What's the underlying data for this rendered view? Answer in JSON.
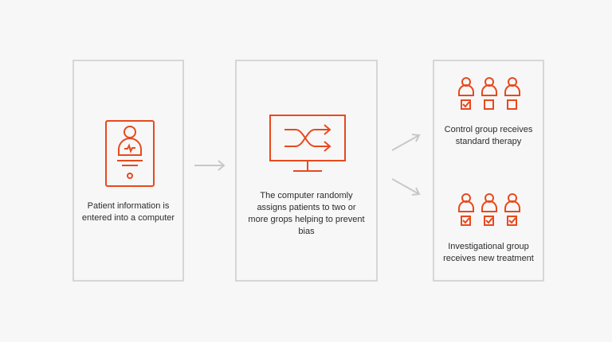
{
  "colors": {
    "accent": "#e8491d",
    "border": "#d6d6d6",
    "arrow": "#c8c8c8",
    "text": "#2b2b2b"
  },
  "steps": [
    {
      "text": "Patient information is entered into a computer",
      "icon": "patient-record-icon"
    },
    {
      "text": "The computer randomly assigns patients to two or more grops helping to prevent bias",
      "icon": "monitor-shuffle-icon"
    }
  ],
  "groups": [
    {
      "text": "Control group receives standard therapy",
      "icon": "people-group-icon"
    },
    {
      "text": "Investigational group receives new treatment",
      "icon": "people-group-icon"
    }
  ]
}
